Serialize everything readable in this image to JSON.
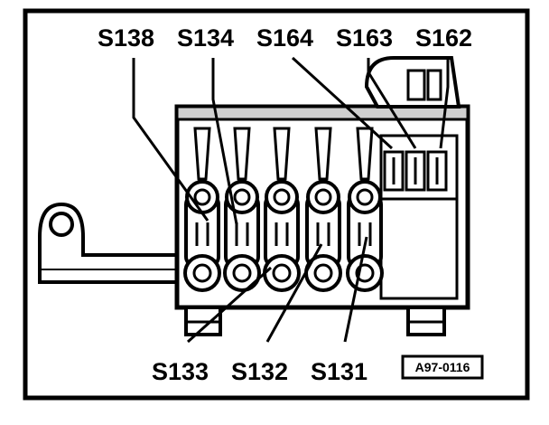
{
  "top_labels": [
    "S138",
    "S134",
    "S164",
    "S163",
    "S162"
  ],
  "bottom_labels": [
    "S133",
    "S132",
    "S131"
  ],
  "reference": "A97-0116",
  "colors": {
    "ink": "#000000",
    "paper": "#ffffff",
    "shade": "#cfcfcf"
  }
}
